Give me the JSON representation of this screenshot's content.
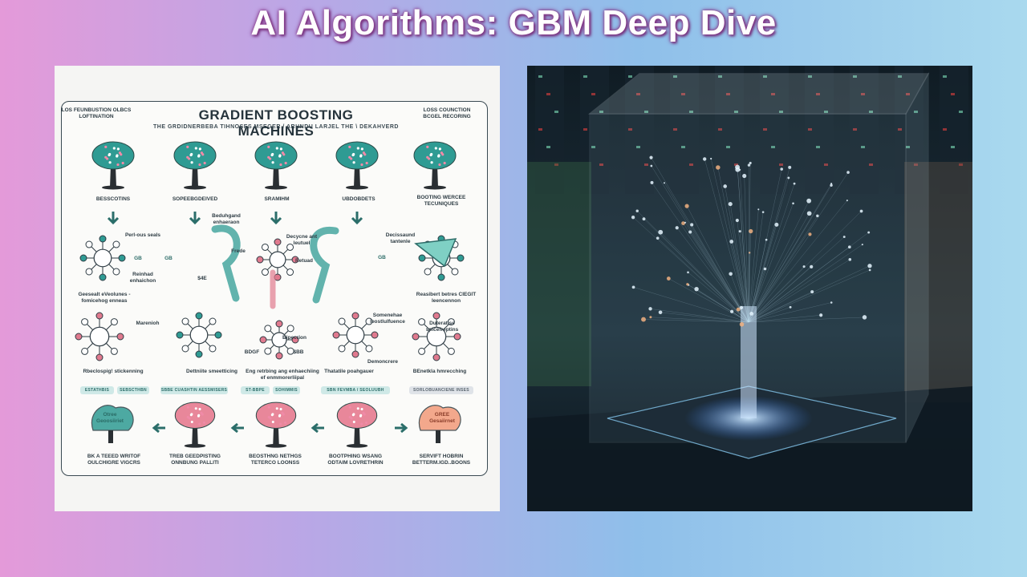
{
  "slide": {
    "title": "AI Algorithms: GBM Deep Dive"
  },
  "colors": {
    "title_text": "#ffffff",
    "title_outline": "#8a3c8c",
    "teal": "#2f9b93",
    "pink": "#e07a8e",
    "arrow": "#2b6e6a"
  },
  "infographic": {
    "title": "GRADIENT BOOSTING MACHINES",
    "subtitle": "THE GRDIDNERBEBA TIHNOSES MSEGER / ARHNDU LARJEL THE \\ DEKAHVERD",
    "corner_left": "LOS FEUNBUSTION OLBCS LOFTINATION",
    "corner_right": "LOSS COUNCTION BCGEL RECORING",
    "top_tree_labels": [
      "BESSCOTINS",
      "SOPEEBGDEIVED",
      "SRAMIHM",
      "UBDOBDETS",
      "BOOTING WERCEE TECUNIQUES"
    ],
    "mid_labels": [
      "Perl-ous seals",
      "Reinhad enhaichon",
      "Beduhgand enhaeraon",
      "Frede",
      "Decycne ant leutuel",
      "Retuad",
      "Decissaund tantenle",
      "Geesealt eVeolunes - fomicehog enneas",
      "Marenioh",
      "Reasibert betres CIEGIT leencennon",
      "Duteratise spicefreptins",
      "Somenehae leostlulfuence",
      "Bipecrion",
      "Rbeclospig! stickenning",
      "Dettniite smeetticing",
      "Eng retrbing ang enhaechiing ef enmmorerliipal",
      "Thatatile poahgauer",
      "BEnetkla hmrecching",
      "Demoncrere"
    ],
    "chips": [
      "ESTATHBIS",
      "SEBSCTHBN",
      "SBBE CUASHTIN AESSMISERS",
      "ST-BBPE",
      "SOHIMMIS",
      "SBN FEVMBA / SEOLUUBH",
      "SORLOBUANCIENE INSES"
    ],
    "bottom_labels": [
      "BK A TEEED WRITOF OULCHIGRE VIGCRS",
      "TREB GEEDPISTING ONNBUNG PALLITI",
      "BEOSTHNG NETHGS TETERCO LOONSS",
      "BOOTPHING WSANG ODTAIM LOVRETHRIN",
      "SERVIFT HOBRIN BETTERM.IGD..BOONS"
    ],
    "node_text": [
      "GB",
      "GB",
      "GB",
      "$4E",
      "BDGF",
      "$BB",
      "Otree Geoosiiriet",
      "GREE Gesaiirnet"
    ]
  },
  "hologram": {
    "caption": ""
  }
}
